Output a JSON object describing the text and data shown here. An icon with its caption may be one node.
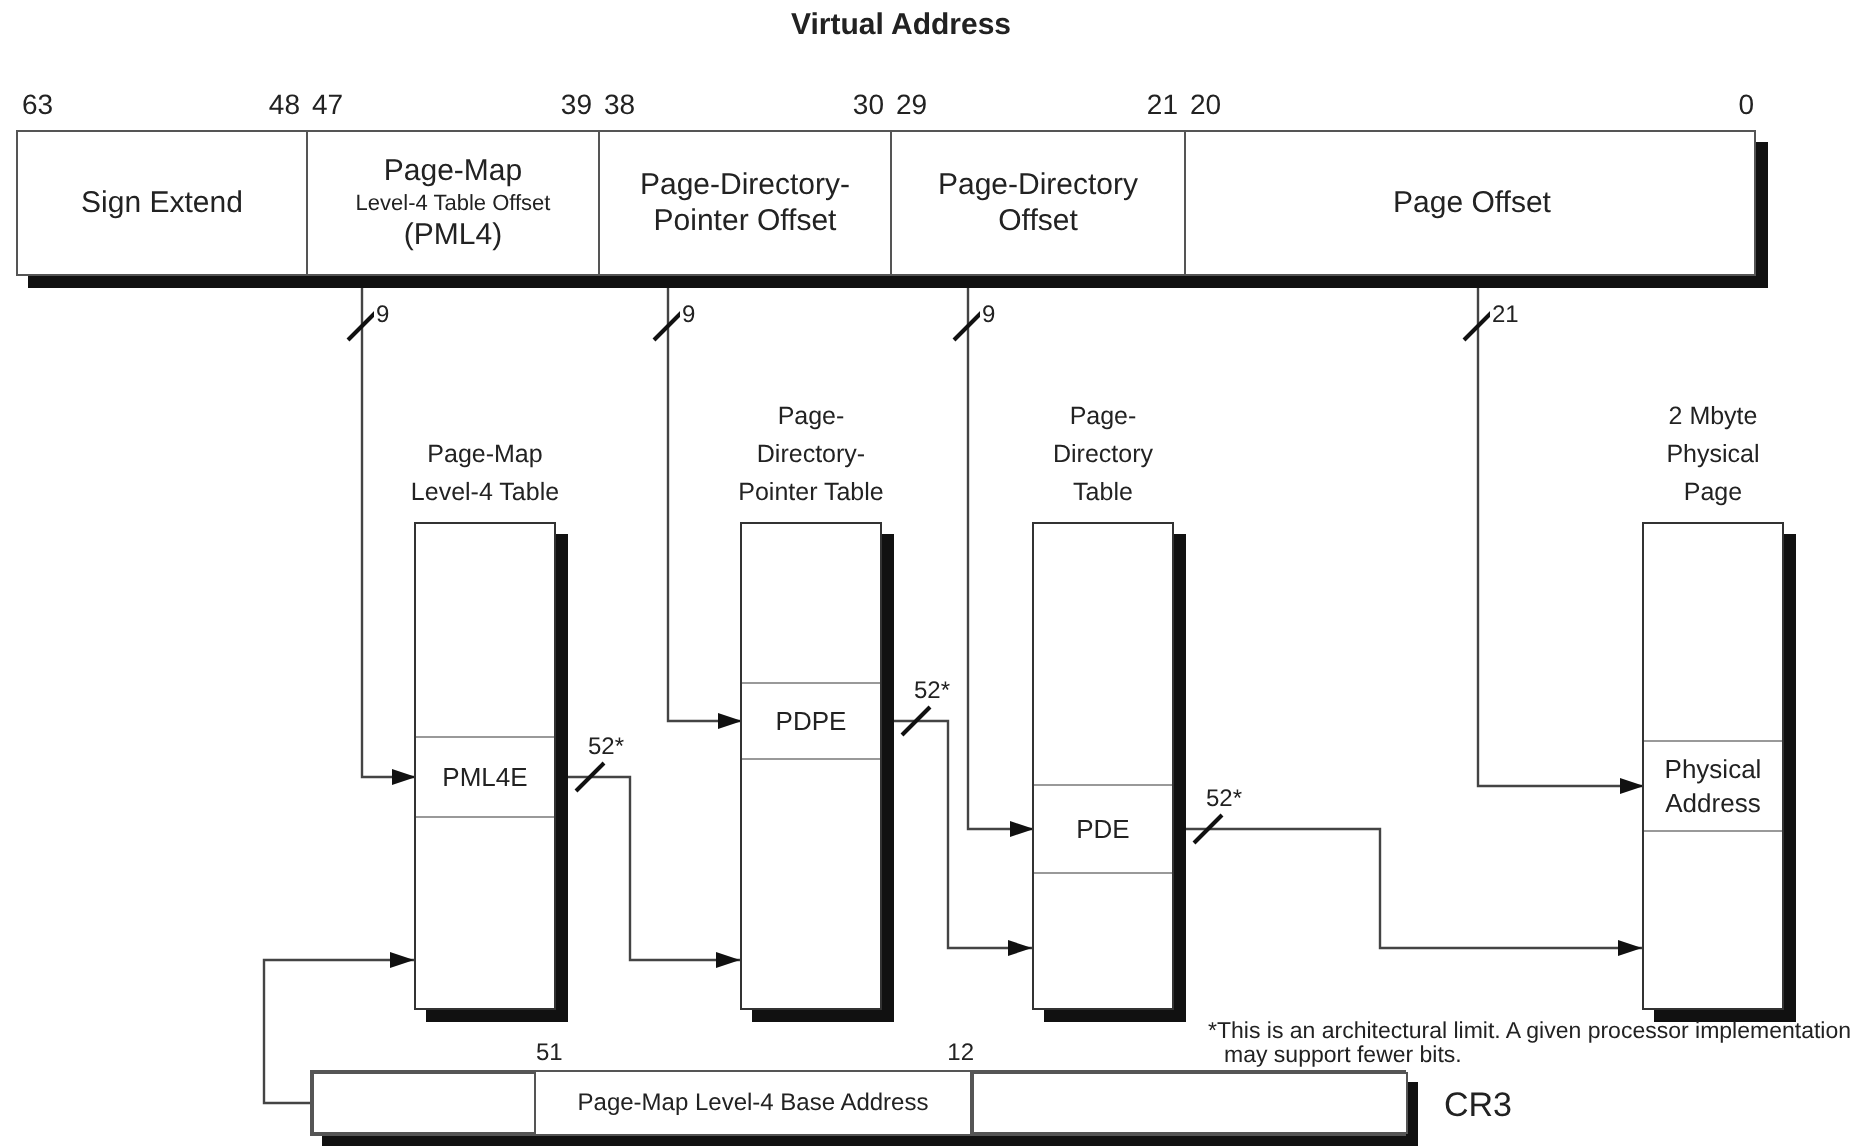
{
  "diagram": {
    "nodes": [
      {
        "text": [
          "Virtual Address"
        ]
      },
      {
        "text": [
          "Sign Extend"
        ],
        "in": 0
      },
      {
        "text": [
          "Page-Map",
          "Level-4 Table Offset",
          "(PML4)"
        ],
        "in": 0
      },
      {
        "text": [
          "Page-Directory- Pointer Offset"
        ],
        "in": 0
      },
      {
        "text": [
          "Page-Directory Offset"
        ],
        "in": 0
      },
      {
        "text": [
          "Page Offset"
        ],
        "in": 0
      },
      {
        "text": [
          "Page-Map Level-4 Table"
        ]
      },
      {
        "text": [
          "PML4E"
        ],
        "in": 6
      },
      {
        "text": [
          "Page- Directory- Pointer Table"
        ]
      },
      {
        "text": [
          "PDPE"
        ],
        "in": 8
      },
      {
        "text": [
          "Page- Directory Table"
        ]
      },
      {
        "text": [
          "PDE"
        ],
        "in": 10
      },
      {
        "text": [
          "2 Mbyte Physical Page"
        ]
      },
      {
        "text": [
          "Physical Address"
        ],
        "in": 12
      },
      {
        "text": [
          "CR3"
        ]
      },
      {
        "text": [],
        "shape": "box",
        "in": 14
      },
      {
        "text": [
          "Page-Map Level-4 Base Address"
        ],
        "in": 14
      },
      {
        "text": [],
        "shape": "box",
        "in": 14
      }
    ],
    "edges": [
      {
        "from": 2,
        "to": 7,
        "arrow": "to",
        "label": "9"
      },
      {
        "from": 3,
        "to": 9,
        "arrow": "to",
        "label": "9"
      },
      {
        "from": 4,
        "to": 11,
        "arrow": "to",
        "label": "9"
      },
      {
        "from": 5,
        "to": 13,
        "arrow": "to",
        "label": "21"
      },
      {
        "from": 7,
        "to": 8,
        "arrow": "to",
        "label": "52*"
      },
      {
        "from": 9,
        "to": 10,
        "arrow": "to",
        "label": "52*"
      },
      {
        "from": 11,
        "to": 12,
        "arrow": "to",
        "label": "52*"
      },
      {
        "from": 14,
        "to": 6,
        "arrow": "to"
      }
    ],
    "labels": [
      "63",
      "48",
      "47",
      "39",
      "38",
      "30",
      "29",
      "21",
      "20",
      "0",
      "51",
      "12",
      "*This is an architectural limit. A given processor implementation may support fewer bits."
    ]
  }
}
